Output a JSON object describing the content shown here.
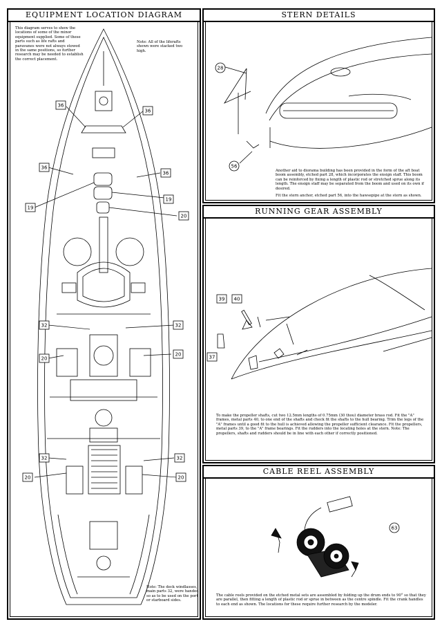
{
  "panels": {
    "equipment": {
      "title": "EQUIPMENT LOCATION DIAGRAM",
      "intro": "This diagram serves to show the locations of some of the minor equipment supplied. Some of these parts such as life rafts and paravanes were not always stowed in the same positions, so further research may be needed to establish the correct placement.",
      "note_liferafts": "Note: All of the liferafts shown were stacked two high.",
      "note_windlasses": "Note: The deck windlasses, main parts 32, were handed so as to be used on the port or starboard sides.",
      "callouts": [
        "36",
        "36",
        "36",
        "36",
        "19",
        "19",
        "20",
        "32",
        "32",
        "20",
        "20",
        "32",
        "32",
        "20",
        "20"
      ]
    },
    "stern": {
      "title": "STERN DETAILS",
      "callouts": [
        "28",
        "56"
      ],
      "text": "Another aid to diorama building has been provided in the form of the aft boat boom assembly, etched part 28, which incorporates the ensign staff. This boom can be reinforced by fixing a length of plastic rod or stretched sprue along its length. The ensign staff may be separated from the boom and used on its own if desired.",
      "text2": "Fit the stern anchor, etched part 56, into the hawsepipe at the stern as shown."
    },
    "running": {
      "title": "RUNNING GEAR ASSEMBLY",
      "callouts": [
        "39",
        "40",
        "37"
      ],
      "text": "To make the propeller shafts, cut two 12.5mm lengths of 0.75mm (30 thou) diameter brass rod. Fit the \"A\" frames, metal parts 40, to one end of the shafts and check fit the shafts to the hull bearing. Trim the legs of the \"A\" frames until a good fit to the hull is achieved allowing the propeller sufficient clearance. Fit the propellers, metal parts 39, to the \"A\" frame bearings. Fit the rudders into the locating holes at the stern. Note: The propellers, shafts and rudders should be in line with each other if correctly positioned."
    },
    "cable": {
      "title": "CABLE REEL ASSEMBLY",
      "callouts": [
        "63"
      ],
      "text": "The cable reels provided on the etched metal sets are assembled by folding up the drum ends to 90° so that they are parallel, then fitting a length of plastic rod or sprue in between as the centre spindle. Fit the crank handles to each end as shown. The locations for these require further research by the modeler."
    }
  },
  "colors": {
    "ink": "#000000",
    "paper": "#ffffff"
  }
}
